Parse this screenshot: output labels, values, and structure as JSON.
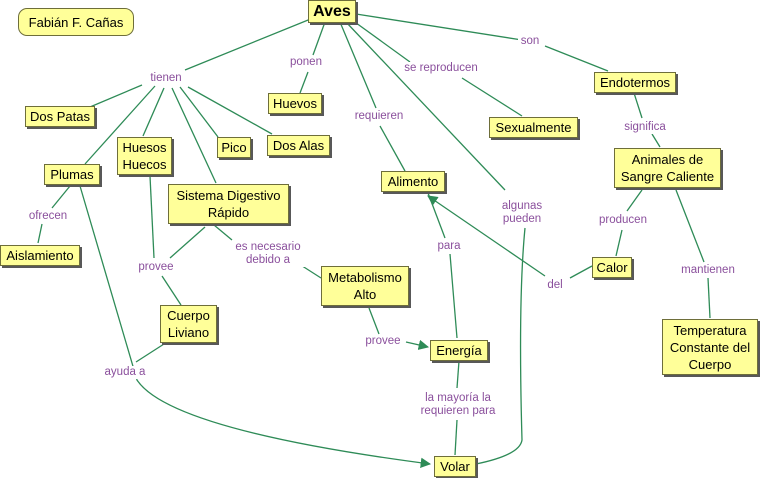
{
  "author": "Fabián F. Cañas",
  "colors": {
    "line": "#2e8b57",
    "node_fill": "#ffff99",
    "link_text": "#8a4f9c"
  },
  "concepts": {
    "aves": "Aves",
    "dos_patas": "Dos Patas",
    "huevos": "Huevos",
    "sexualmente": "Sexualmente",
    "endotermos": "Endotermos",
    "plumas": "Plumas",
    "huesos_huecos": "Huesos Huecos",
    "pico": "Pico",
    "dos_alas": "Dos Alas",
    "sistema_digestivo": "Sistema Digestivo Rápido",
    "alimento": "Alimento",
    "animales_sangre": "Animales de Sangre Caliente",
    "aislamiento": "Aislamiento",
    "metabolismo": "Metabolismo Alto",
    "calor": "Calor",
    "cuerpo_liviano": "Cuerpo Liviano",
    "temperatura": "Temperatura Constante del Cuerpo",
    "energia": "Energía",
    "volar": "Volar"
  },
  "links": {
    "tienen": "tienen",
    "ponen": "ponen",
    "se_reproducen": "se reproducen",
    "son": "son",
    "requieren": "requieren",
    "significa": "significa",
    "algunas_pueden": "algunas pueden",
    "ofrecen": "ofrecen",
    "es_necesario": "es necesario debido a",
    "para": "para",
    "producen": "producen",
    "provee_1": "provee",
    "mantienen": "mantienen",
    "del": "del",
    "ayuda_a": "ayuda a",
    "provee_2": "provee",
    "la_mayoria": "la mayoría la requieren para"
  }
}
